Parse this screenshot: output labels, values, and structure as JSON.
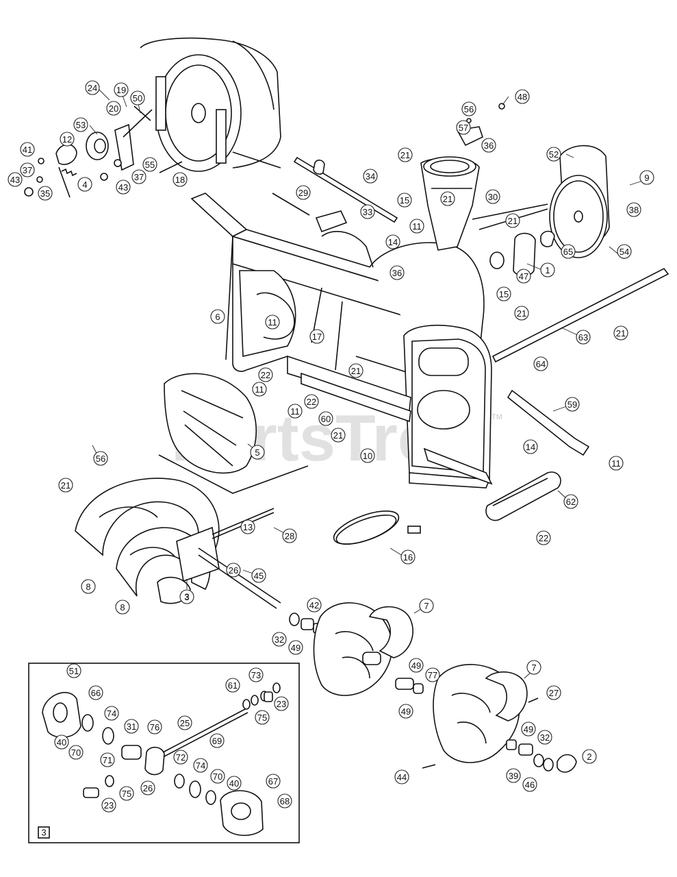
{
  "watermark": {
    "text": "PartsTree",
    "trademark": "TM"
  },
  "inset_label": "3",
  "reference_label": "3",
  "callouts": [
    "24",
    "19",
    "50",
    "53",
    "20",
    "12",
    "41",
    "37",
    "43",
    "35",
    "4",
    "55",
    "43",
    "37",
    "18",
    "29",
    "34",
    "33",
    "15",
    "11",
    "21",
    "56",
    "57",
    "48",
    "36",
    "21",
    "30",
    "52",
    "9",
    "38",
    "21",
    "65",
    "54",
    "1",
    "47",
    "15",
    "21",
    "14",
    "36",
    "6",
    "11",
    "17",
    "22",
    "11",
    "21",
    "22",
    "11",
    "60",
    "21",
    "10",
    "14",
    "21",
    "63",
    "64",
    "59",
    "11",
    "5",
    "56",
    "21",
    "28",
    "13",
    "26",
    "45",
    "3",
    "8",
    "8",
    "16",
    "62",
    "22",
    "42",
    "32",
    "49",
    "7",
    "49",
    "77",
    "49",
    "7",
    "27",
    "49",
    "32",
    "2",
    "46",
    "39",
    "44",
    "51",
    "66",
    "74",
    "31",
    "76",
    "25",
    "69",
    "61",
    "73",
    "23",
    "75",
    "40",
    "70",
    "71",
    "72",
    "26",
    "75",
    "23",
    "74",
    "70",
    "40",
    "67",
    "68"
  ]
}
